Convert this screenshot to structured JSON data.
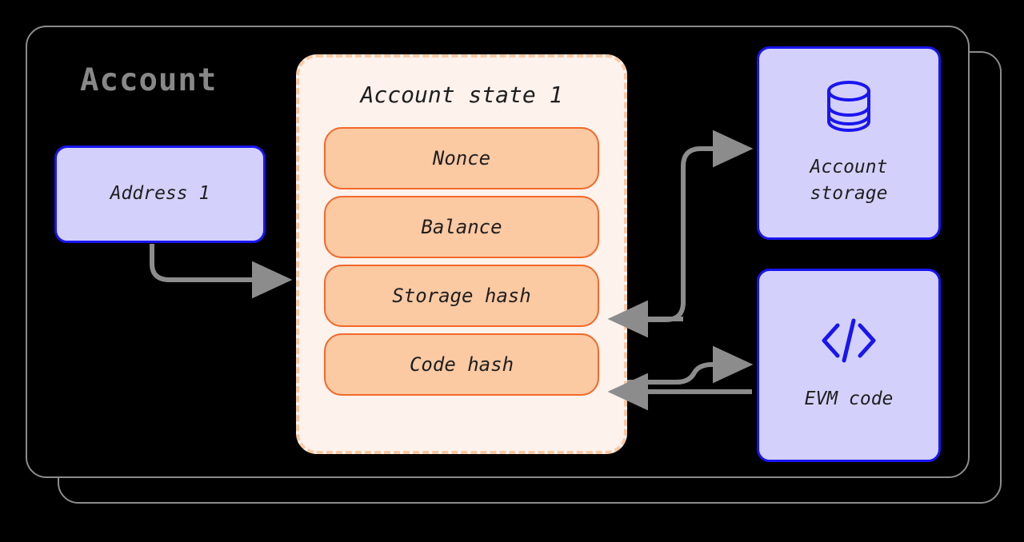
{
  "diagram": {
    "title": "Account",
    "containers": {
      "front_label": "account-container-front",
      "back_label": "account-container-back"
    },
    "address": {
      "label": "Address 1"
    },
    "account_state": {
      "title": "Account state 1",
      "fields": [
        {
          "label": "Nonce"
        },
        {
          "label": "Balance"
        },
        {
          "label": "Storage hash"
        },
        {
          "label": "Code hash"
        }
      ]
    },
    "externals": [
      {
        "id": "account-storage",
        "label": "Account\nstorage",
        "icon": "database-icon"
      },
      {
        "id": "evm-code",
        "label": "EVM code",
        "icon": "code-brackets-icon"
      }
    ],
    "connectors": [
      {
        "from": "Address 1",
        "to": "Account state 1",
        "direction": "right"
      },
      {
        "from": "Storage hash",
        "to": "Account storage",
        "direction": "right"
      },
      {
        "from": "Account storage",
        "to": "Storage hash",
        "direction": "left"
      },
      {
        "from": "Code hash",
        "to": "EVM code",
        "direction": "right"
      },
      {
        "from": "EVM code",
        "to": "Code hash",
        "direction": "left"
      }
    ],
    "colors": {
      "background": "#000000",
      "container_border": "#8c8c8c",
      "title_text": "#888888",
      "blue_fill": "#d3d1fb",
      "blue_border": "#1a15f0",
      "panel_fill": "#fdf2ec",
      "panel_border": "#f9c9a4",
      "pill_fill": "#fbc9a2",
      "pill_border": "#f2692a",
      "arrow": "#8c8c8c",
      "body_text": "#1f1f1f"
    }
  }
}
